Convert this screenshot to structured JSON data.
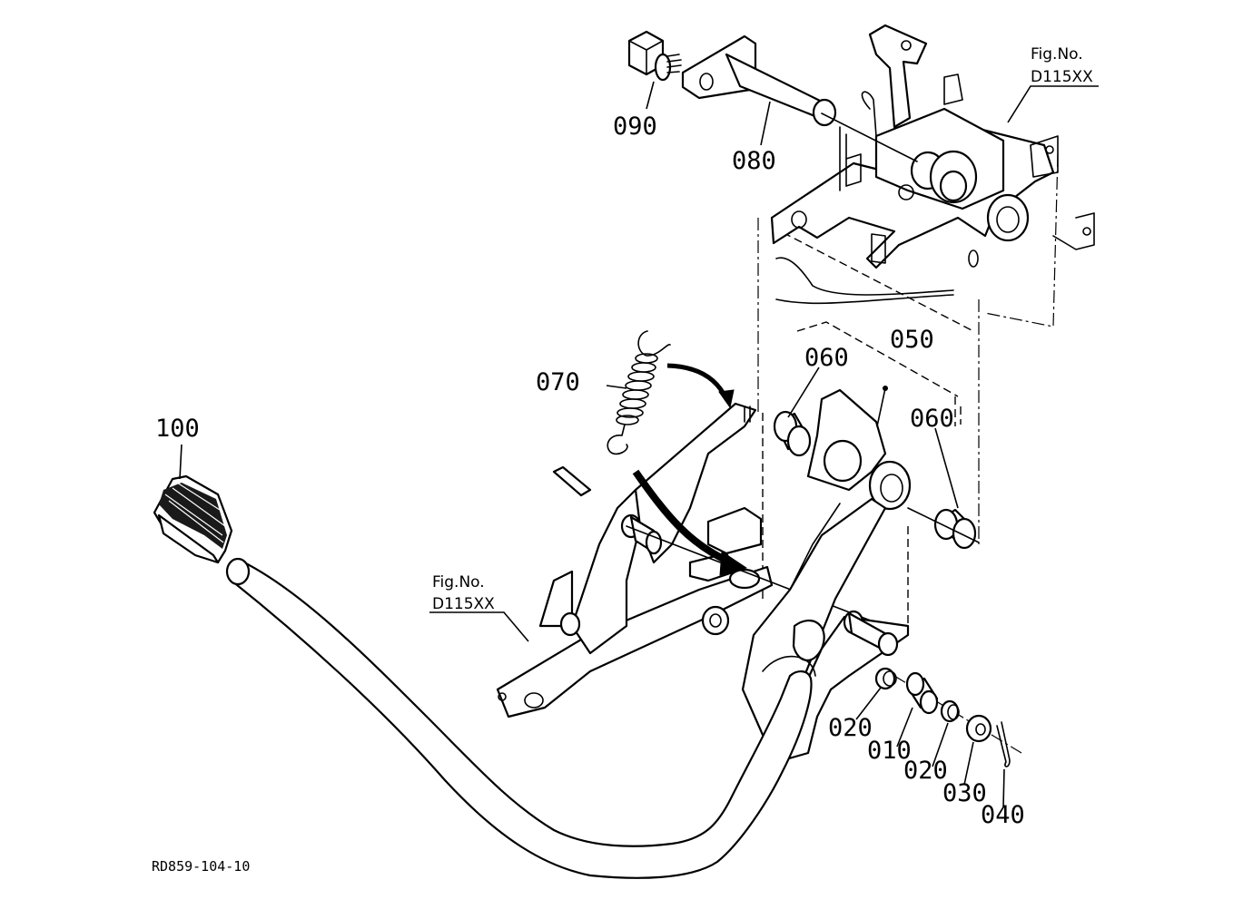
{
  "part_labels": {
    "p090": "090",
    "p080": "080",
    "p070": "070",
    "p060a": "060",
    "p060b": "060",
    "p050": "050",
    "p100": "100",
    "p020a": "020",
    "p010": "010",
    "p020b": "020",
    "p030": "030",
    "p040": "040"
  },
  "figure_refs": {
    "top": {
      "line1": "Fig.No.",
      "line2": "D115XX"
    },
    "left": {
      "line1": "Fig.No.",
      "line2": "D115XX"
    }
  },
  "drawing_code": "RD859-104-10"
}
